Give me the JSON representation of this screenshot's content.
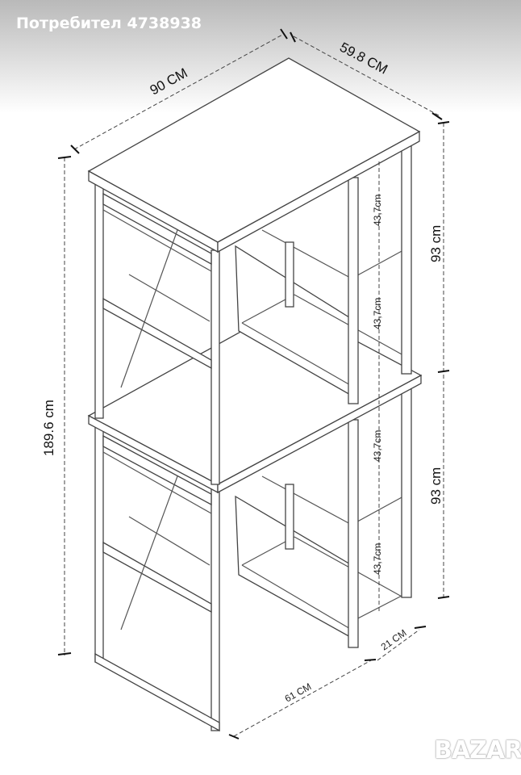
{
  "header": {
    "user_label": "Потребител 4738938"
  },
  "dimensions": {
    "width_top": "90 CM",
    "depth_top": "59.8 CM",
    "upper_height": "93 cm",
    "lower_height": "93 cm",
    "total_height": "189.6 cm",
    "shelf_1": "43,7cm",
    "shelf_2": "43,7cm",
    "shelf_3": "43,7cm",
    "shelf_4": "43,7cm",
    "bottom_width": "61 CM",
    "shelf_depth": "21 CM"
  },
  "watermark": {
    "text": "BAZAR"
  }
}
